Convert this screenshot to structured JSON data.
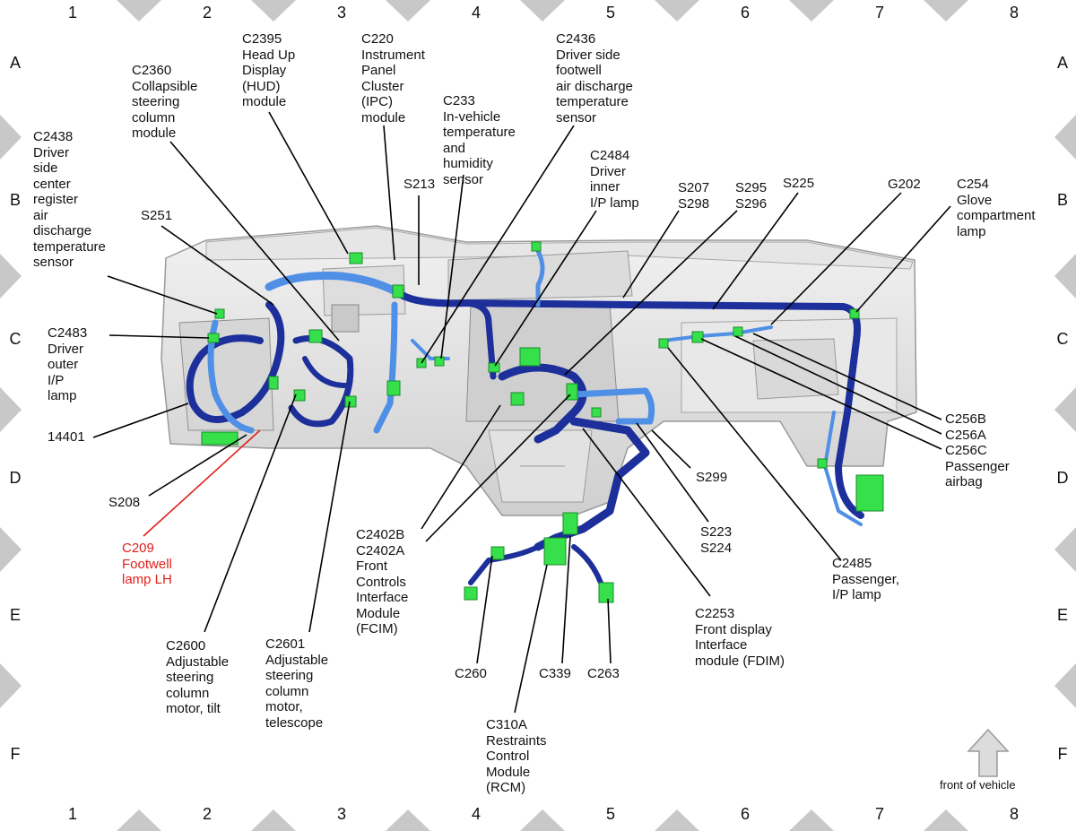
{
  "grid": {
    "columns": [
      "1",
      "2",
      "3",
      "4",
      "5",
      "6",
      "7",
      "8"
    ],
    "rows": [
      "A",
      "B",
      "C",
      "D",
      "E",
      "F"
    ]
  },
  "colors": {
    "harness_dark": "#1c2f9a",
    "harness_light": "#4f8fe6",
    "connector": "#35e04a",
    "leader": "#000000",
    "highlight_text": "#e0201b",
    "border_diamond": "#c8c8c8"
  },
  "labels": [
    {
      "id": "c2438",
      "lines": [
        "C2438",
        "Driver",
        "side",
        "center",
        "register",
        "air",
        "discharge",
        "temperature",
        "sensor"
      ]
    },
    {
      "id": "c2360",
      "lines": [
        "C2360",
        "Collapsible",
        "steering",
        "column",
        "module"
      ]
    },
    {
      "id": "c2395",
      "lines": [
        "C2395",
        "Head Up",
        "Display",
        "(HUD)",
        "module"
      ]
    },
    {
      "id": "c220",
      "lines": [
        "C220",
        "Instrument",
        "Panel",
        "Cluster",
        "(IPC)",
        "module"
      ]
    },
    {
      "id": "c233",
      "lines": [
        "C233",
        "In-vehicle",
        "temperature",
        "and",
        "humidity",
        "sensor"
      ]
    },
    {
      "id": "c2436",
      "lines": [
        "C2436",
        "Driver side",
        "footwell",
        "air discharge",
        "temperature",
        "sensor"
      ]
    },
    {
      "id": "s213",
      "lines": [
        "S213"
      ]
    },
    {
      "id": "c2484",
      "lines": [
        "C2484",
        "Driver",
        "inner",
        "I/P lamp"
      ]
    },
    {
      "id": "s207",
      "lines": [
        "S207",
        "S298"
      ]
    },
    {
      "id": "s295",
      "lines": [
        "S295",
        "S296"
      ]
    },
    {
      "id": "s225",
      "lines": [
        "S225"
      ]
    },
    {
      "id": "g202",
      "lines": [
        "G202"
      ]
    },
    {
      "id": "c254",
      "lines": [
        "C254",
        "Glove",
        "compartment",
        "lamp"
      ]
    },
    {
      "id": "s251",
      "lines": [
        "S251"
      ]
    },
    {
      "id": "c2483",
      "lines": [
        "C2483",
        "Driver",
        "outer",
        "I/P",
        "lamp"
      ]
    },
    {
      "id": "n14401",
      "lines": [
        "14401"
      ]
    },
    {
      "id": "s208",
      "lines": [
        "S208"
      ]
    },
    {
      "id": "c209",
      "lines": [
        "C209",
        "Footwell",
        "lamp LH"
      ]
    },
    {
      "id": "c2600",
      "lines": [
        "C2600",
        "Adjustable",
        "steering",
        "column",
        "motor, tilt"
      ]
    },
    {
      "id": "c2601",
      "lines": [
        "C2601",
        "Adjustable",
        "steering",
        "column",
        "motor,",
        "telescope"
      ]
    },
    {
      "id": "c2402",
      "lines": [
        "C2402B",
        "C2402A",
        "Front",
        "Controls",
        "Interface",
        "Module",
        "(FCIM)"
      ]
    },
    {
      "id": "c260",
      "lines": [
        "C260"
      ]
    },
    {
      "id": "c339",
      "lines": [
        "C339"
      ]
    },
    {
      "id": "c263",
      "lines": [
        "C263"
      ]
    },
    {
      "id": "c310a",
      "lines": [
        "C310A",
        "Restraints",
        "Control",
        "Module",
        "(RCM)"
      ]
    },
    {
      "id": "c2253",
      "lines": [
        "C2253",
        "Front display",
        "Interface",
        "module (FDIM)"
      ]
    },
    {
      "id": "s299",
      "lines": [
        "S299"
      ]
    },
    {
      "id": "s223",
      "lines": [
        "S223",
        "S224"
      ]
    },
    {
      "id": "c2485",
      "lines": [
        "C2485",
        "Passenger,",
        "I/P lamp"
      ]
    },
    {
      "id": "c256",
      "lines": [
        "C256B",
        "C256A",
        "C256C",
        "Passenger",
        "airbag"
      ]
    }
  ],
  "front_note": "front of vehicle"
}
